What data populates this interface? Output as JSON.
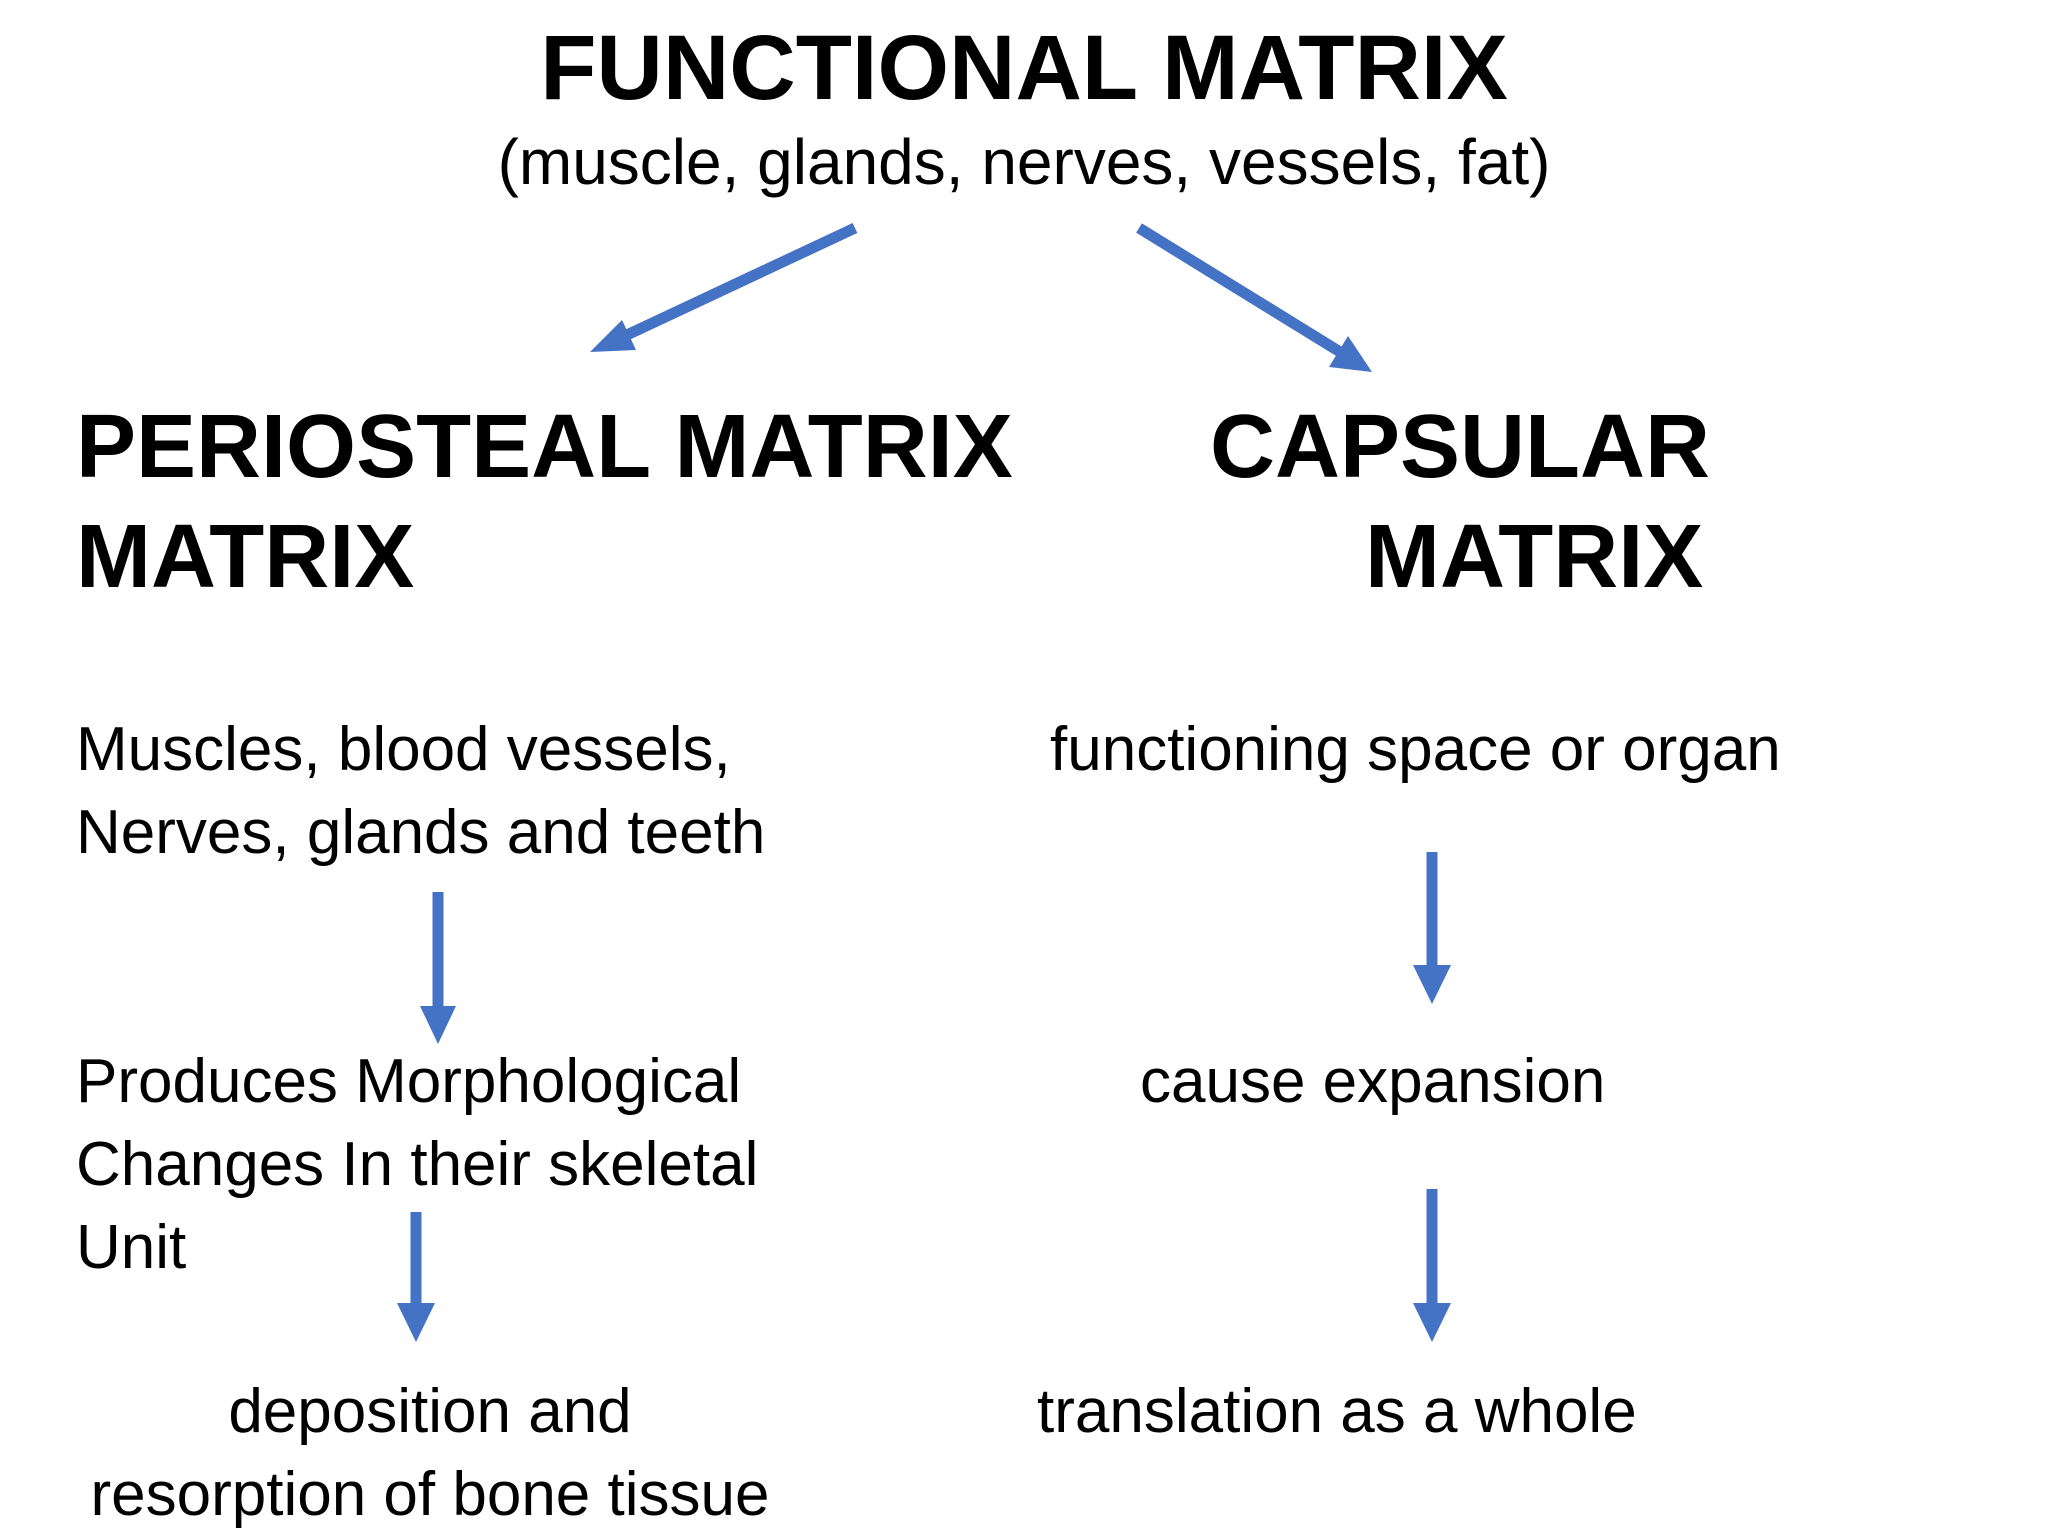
{
  "title": "FUNCTIONAL MATRIX",
  "subtitle": "(muscle, glands, nerves, vessels, fat)",
  "periosteal": {
    "heading_lines": [
      "PERIOSTEAL MATRIX",
      "MATRIX"
    ],
    "steps": [
      [
        "Muscles, blood vessels,",
        "Nerves, glands and teeth"
      ],
      [
        "Produces Morphological",
        "Changes In their skeletal",
        "Unit"
      ],
      [
        "deposition and",
        "resorption of bone tissue"
      ]
    ]
  },
  "capsular": {
    "heading_lines": [
      "CAPSULAR",
      "MATRIX"
    ],
    "steps": [
      [
        "functioning space or organ"
      ],
      [
        "cause expansion"
      ],
      [
        "translation as a whole"
      ]
    ]
  },
  "colors": {
    "arrow": "#4472C4",
    "text": "#000000",
    "background": "#FFFFFF"
  }
}
